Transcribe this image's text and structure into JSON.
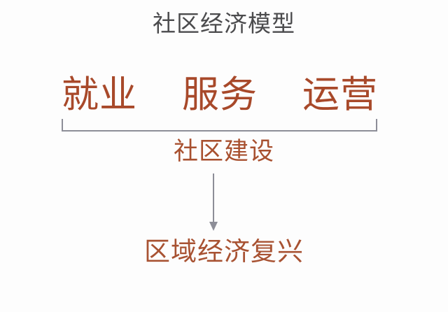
{
  "diagram": {
    "title": "社区经济模型",
    "title_color": "#4b4b4d",
    "accent_color": "#a8492a",
    "connector_color": "#8d8e98",
    "background_color": "#fdfdfd",
    "pillars": [
      {
        "label": "就业"
      },
      {
        "label": "服务"
      },
      {
        "label": "运营"
      }
    ],
    "grouping_label": "社区建设",
    "outcome_label": "区域经济复兴",
    "connectors": {
      "bracket": "horizontal-bracket-grouping-pillars",
      "arrow": "downward-arrow"
    }
  }
}
